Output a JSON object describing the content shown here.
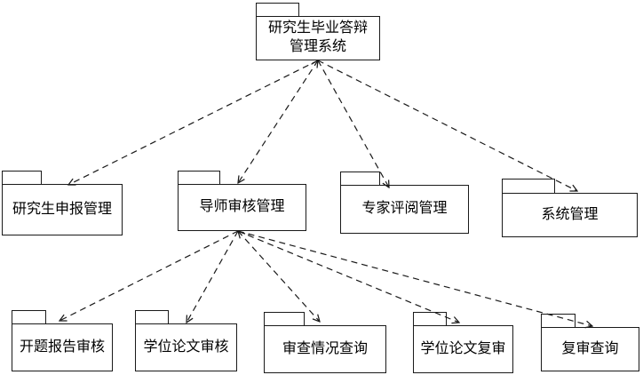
{
  "diagram": {
    "root": {
      "lines": [
        "研究生毕业答辩",
        "管理系统"
      ],
      "full_label": "研究生毕业答辩管理系统"
    },
    "level2": [
      {
        "label": "研究生申报管理"
      },
      {
        "label": "导师审核管理"
      },
      {
        "label": "专家评阅管理"
      },
      {
        "label": "系统管理"
      }
    ],
    "level3": [
      {
        "label": "开题报告审核"
      },
      {
        "label": "学位论文审核"
      },
      {
        "label": "审查情况查询"
      },
      {
        "label": "学位论文复审"
      },
      {
        "label": "复审查询"
      }
    ],
    "colors": {
      "line": "#1a1a1a",
      "border": "#1a1a1a",
      "background": "#ffffff",
      "text": "#000000"
    }
  }
}
